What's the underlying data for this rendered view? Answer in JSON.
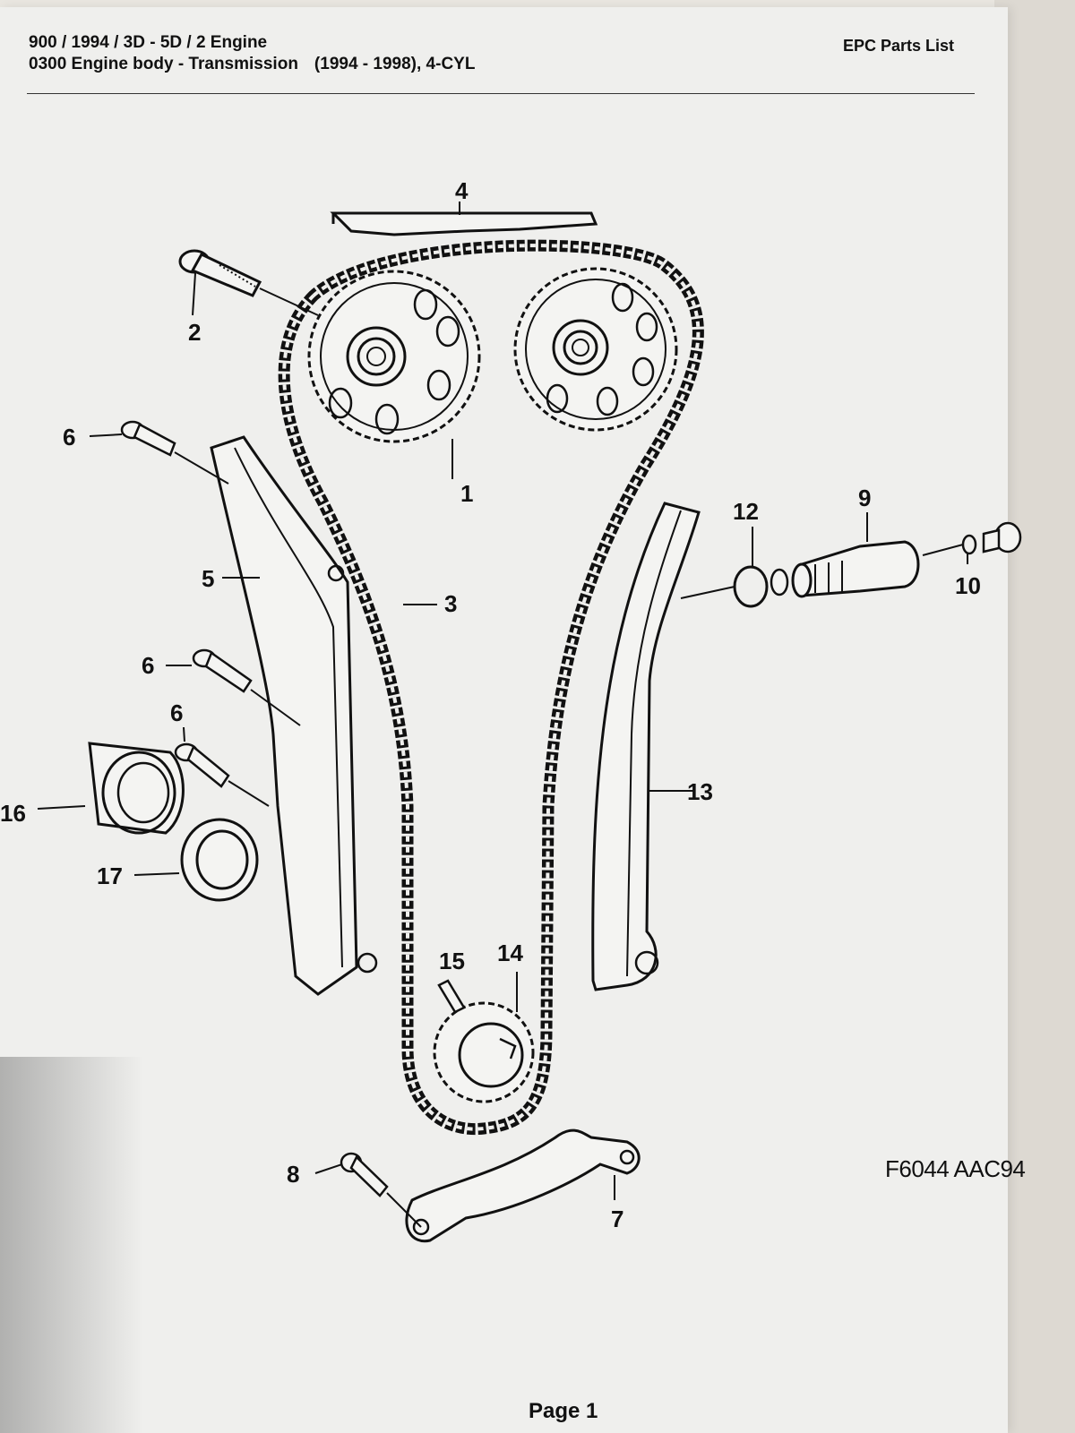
{
  "header": {
    "line1": "900 / 1994 / 3D - 5D / 2 Engine",
    "line2_group": "0300 Engine body - Transmission",
    "line2_range": "(1994 - 1998), 4-CYL",
    "right_title": "EPC Parts List"
  },
  "figure_code": "F6044 AAC94",
  "footer": {
    "page": "Page 1"
  },
  "callouts": {
    "c1": "1",
    "c2": "2",
    "c3": "3",
    "c4": "4",
    "c5": "5",
    "c6a": "6",
    "c6b": "6",
    "c6c": "6",
    "c7": "7",
    "c8": "8",
    "c9": "9",
    "c10": "10",
    "c12": "12",
    "c13": "13",
    "c14": "14",
    "c15": "15",
    "c16": "16",
    "c17": "17"
  },
  "colors": {
    "paper": "#efefed",
    "ink": "#111111"
  }
}
